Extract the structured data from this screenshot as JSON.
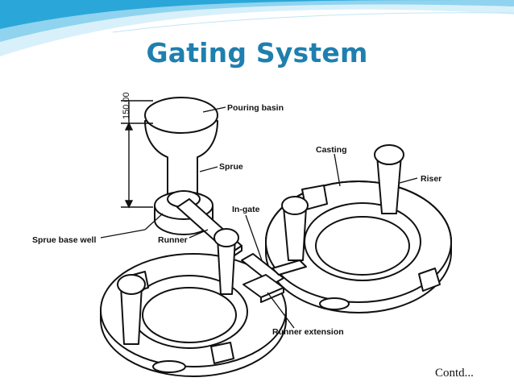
{
  "slide": {
    "title": "Gating System",
    "footer": "Contd...",
    "accent_color": "#1f7fae",
    "header_wave_colors": [
      "#2aa7d8",
      "#8fd3ef",
      "#d8f0fa"
    ]
  },
  "diagram": {
    "dimension_label": "150.00",
    "labels": {
      "pouring_basin": "Pouring basin",
      "sprue": "Sprue",
      "casting": "Casting",
      "riser": "Riser",
      "in_gate": "In-gate",
      "sprue_base_well": "Sprue base well",
      "runner": "Runner",
      "runner_extension": "Runner extension"
    }
  }
}
